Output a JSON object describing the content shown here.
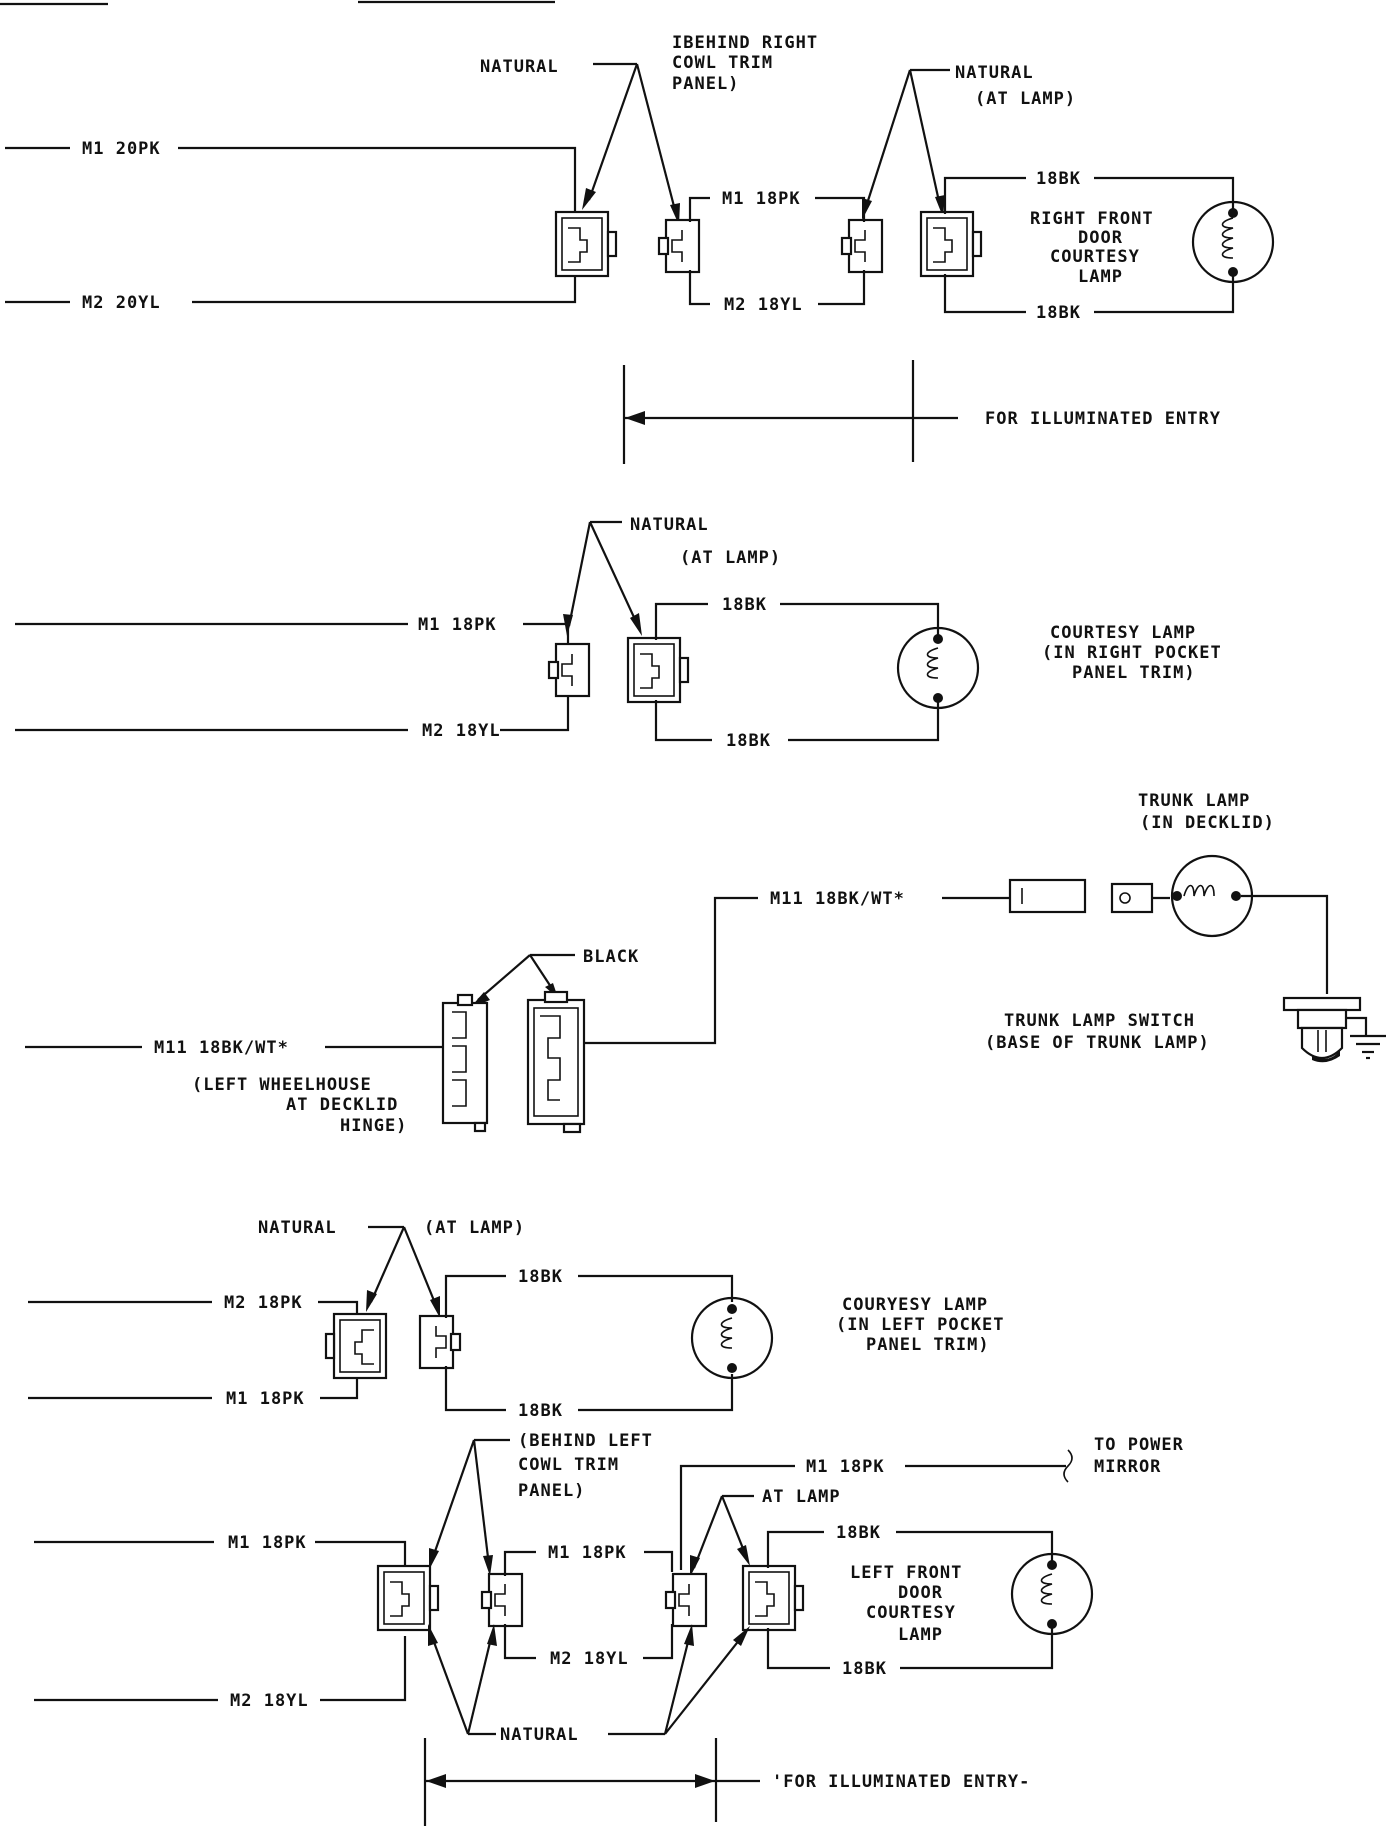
{
  "section1": {
    "natural_left": "NATURAL",
    "behind_right_1": "IBEHIND RIGHT",
    "behind_right_2": "COWL TRIM",
    "behind_right_3": "PANEL)",
    "natural_right": "NATURAL",
    "at_lamp": "(AT LAMP)",
    "m1_20pk": "M1 20PK",
    "m2_20yl": "M2 20YL",
    "m1_18pk": "M1 18PK",
    "m2_18yl": "M2 18YL",
    "bk_top": "18BK",
    "bk_bottom": "18BK",
    "lamp_1": "RIGHT FRONT",
    "lamp_2": "DOOR",
    "lamp_3": "COURTESY",
    "lamp_4": "LAMP",
    "illum": "FOR ILLUMINATED ENTRY"
  },
  "section2": {
    "natural": "NATURAL",
    "at_lamp": "(AT LAMP)",
    "m1": "M1 18PK",
    "m2": "M2 18YL",
    "bk_top": "18BK",
    "bk_bottom": "18BK",
    "lamp_1": "COURTESY LAMP",
    "lamp_2": "(IN RIGHT POCKET",
    "lamp_3": "PANEL TRIM)"
  },
  "section3": {
    "trunk_1": "TRUNK LAMP",
    "trunk_2": "(IN DECKLID)",
    "m11_top": "M11 18BK/WT*",
    "black": "BLACK",
    "m11_left": "M11 18BK/WT*",
    "wheel_1": "(LEFT WHEELHOUSE",
    "wheel_2": "AT DECKLID",
    "wheel_3": "HINGE)",
    "switch_1": "TRUNK LAMP SWITCH",
    "switch_2": "(BASE OF TRUNK LAMP)"
  },
  "section4": {
    "natural": "NATURAL",
    "at_lamp": "(AT LAMP)",
    "m2": "M2 18PK",
    "m1": "M1 18PK",
    "bk_top": "18BK",
    "bk_bottom": "18BK",
    "lamp_1": "COURYESY LAMP",
    "lamp_2": "(IN LEFT POCKET",
    "lamp_3": "PANEL TRIM)"
  },
  "section5": {
    "behind_left_1": "(BEHIND LEFT",
    "behind_left_2": "COWL TRIM",
    "behind_left_3": "PANEL)",
    "m1_top": "M1 18PK",
    "to_power_1": "TO POWER",
    "to_power_2": "MIRROR",
    "at_lamp": "AT LAMP",
    "m1_left": "M1 18PK",
    "m1_mid": "M1 18PK",
    "bk_top": "18BK",
    "bk_bottom": "18BK",
    "m2_mid": "M2 18YL",
    "m2_left": "M2 18YL",
    "lamp_1": "LEFT FRONT",
    "lamp_2": "DOOR",
    "lamp_3": "COURTESY",
    "lamp_4": "LAMP",
    "natural": "NATURAL",
    "illum": "'FOR ILLUMINATED ENTRY-"
  }
}
